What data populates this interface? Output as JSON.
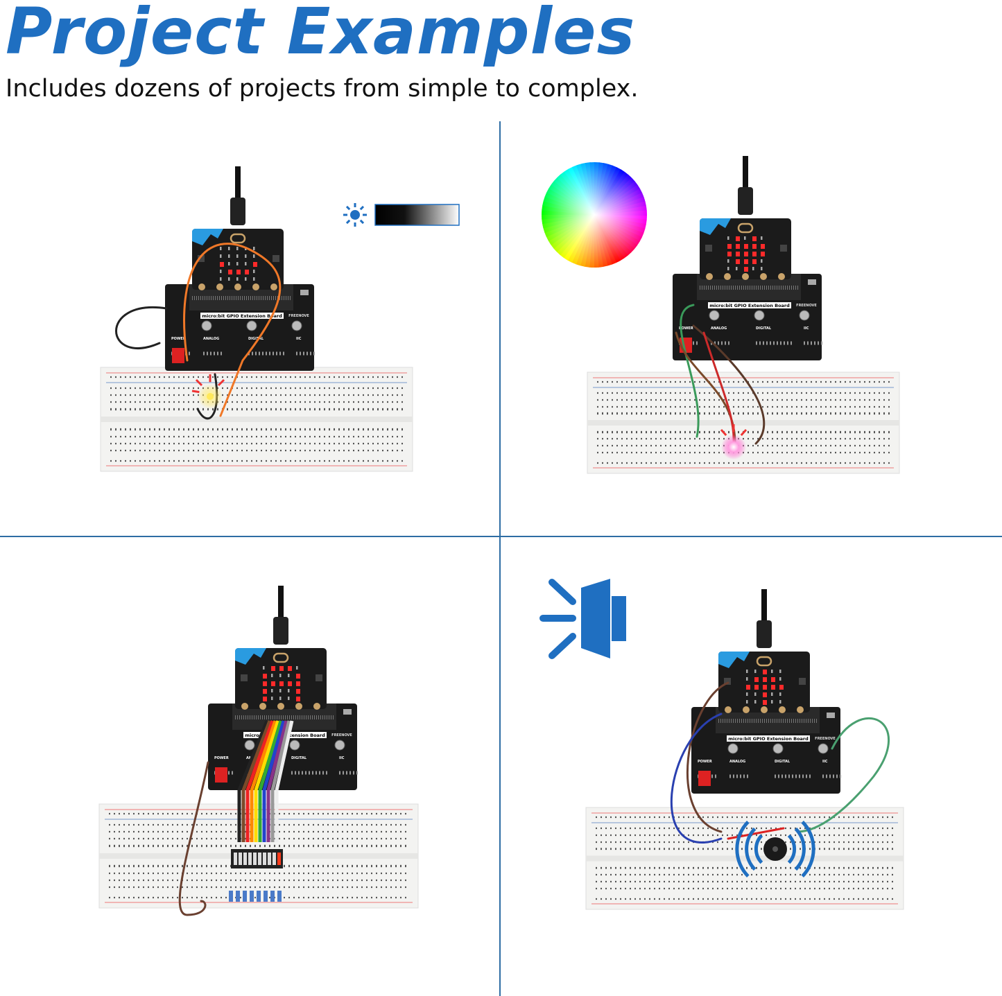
{
  "header": {
    "title": "Project Examples",
    "subtitle": "Includes dozens of projects from simple to complex."
  },
  "colors": {
    "accent": "#1f6fc1",
    "divider": "#2e6da4",
    "board": "#1c1c1c",
    "led_on": "#ff2a2a",
    "breadboard": "#f4f4f4"
  },
  "board_labels": {
    "name": "micro:bit GPIO Extension Board",
    "brand": "FREENOVE",
    "power": "POWER",
    "analog": "ANALOG",
    "digital": "DIGITAL",
    "iic": "IIC"
  },
  "panels": [
    {
      "project": "led-brightness",
      "icon": "sun-brightness-gradient-icon"
    },
    {
      "project": "rgb-led",
      "icon": "color-wheel-icon"
    },
    {
      "project": "led-bar-graph",
      "icon": ""
    },
    {
      "project": "buzzer",
      "icon": "speaker-sound-icon"
    }
  ]
}
